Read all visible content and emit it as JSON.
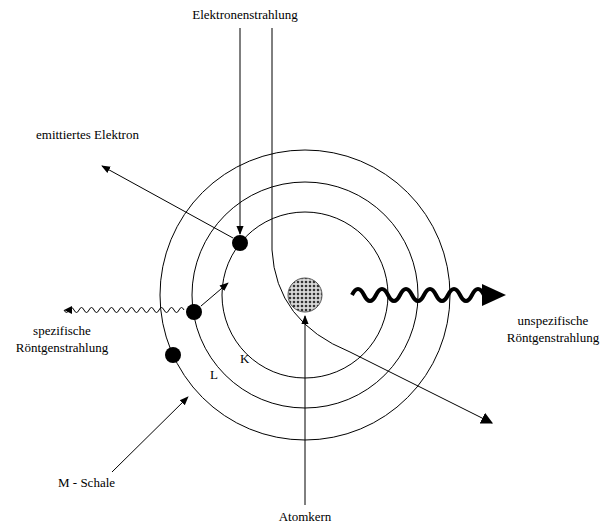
{
  "diagram": {
    "labels": [
      "Elektronenstrahlung",
      "emittiertes Elektron",
      "spezifische Röntgenstrahlung",
      "unspezifische Röntgenstrahlung",
      "K",
      "L",
      "M - Schale",
      "Atomkern"
    ]
  }
}
